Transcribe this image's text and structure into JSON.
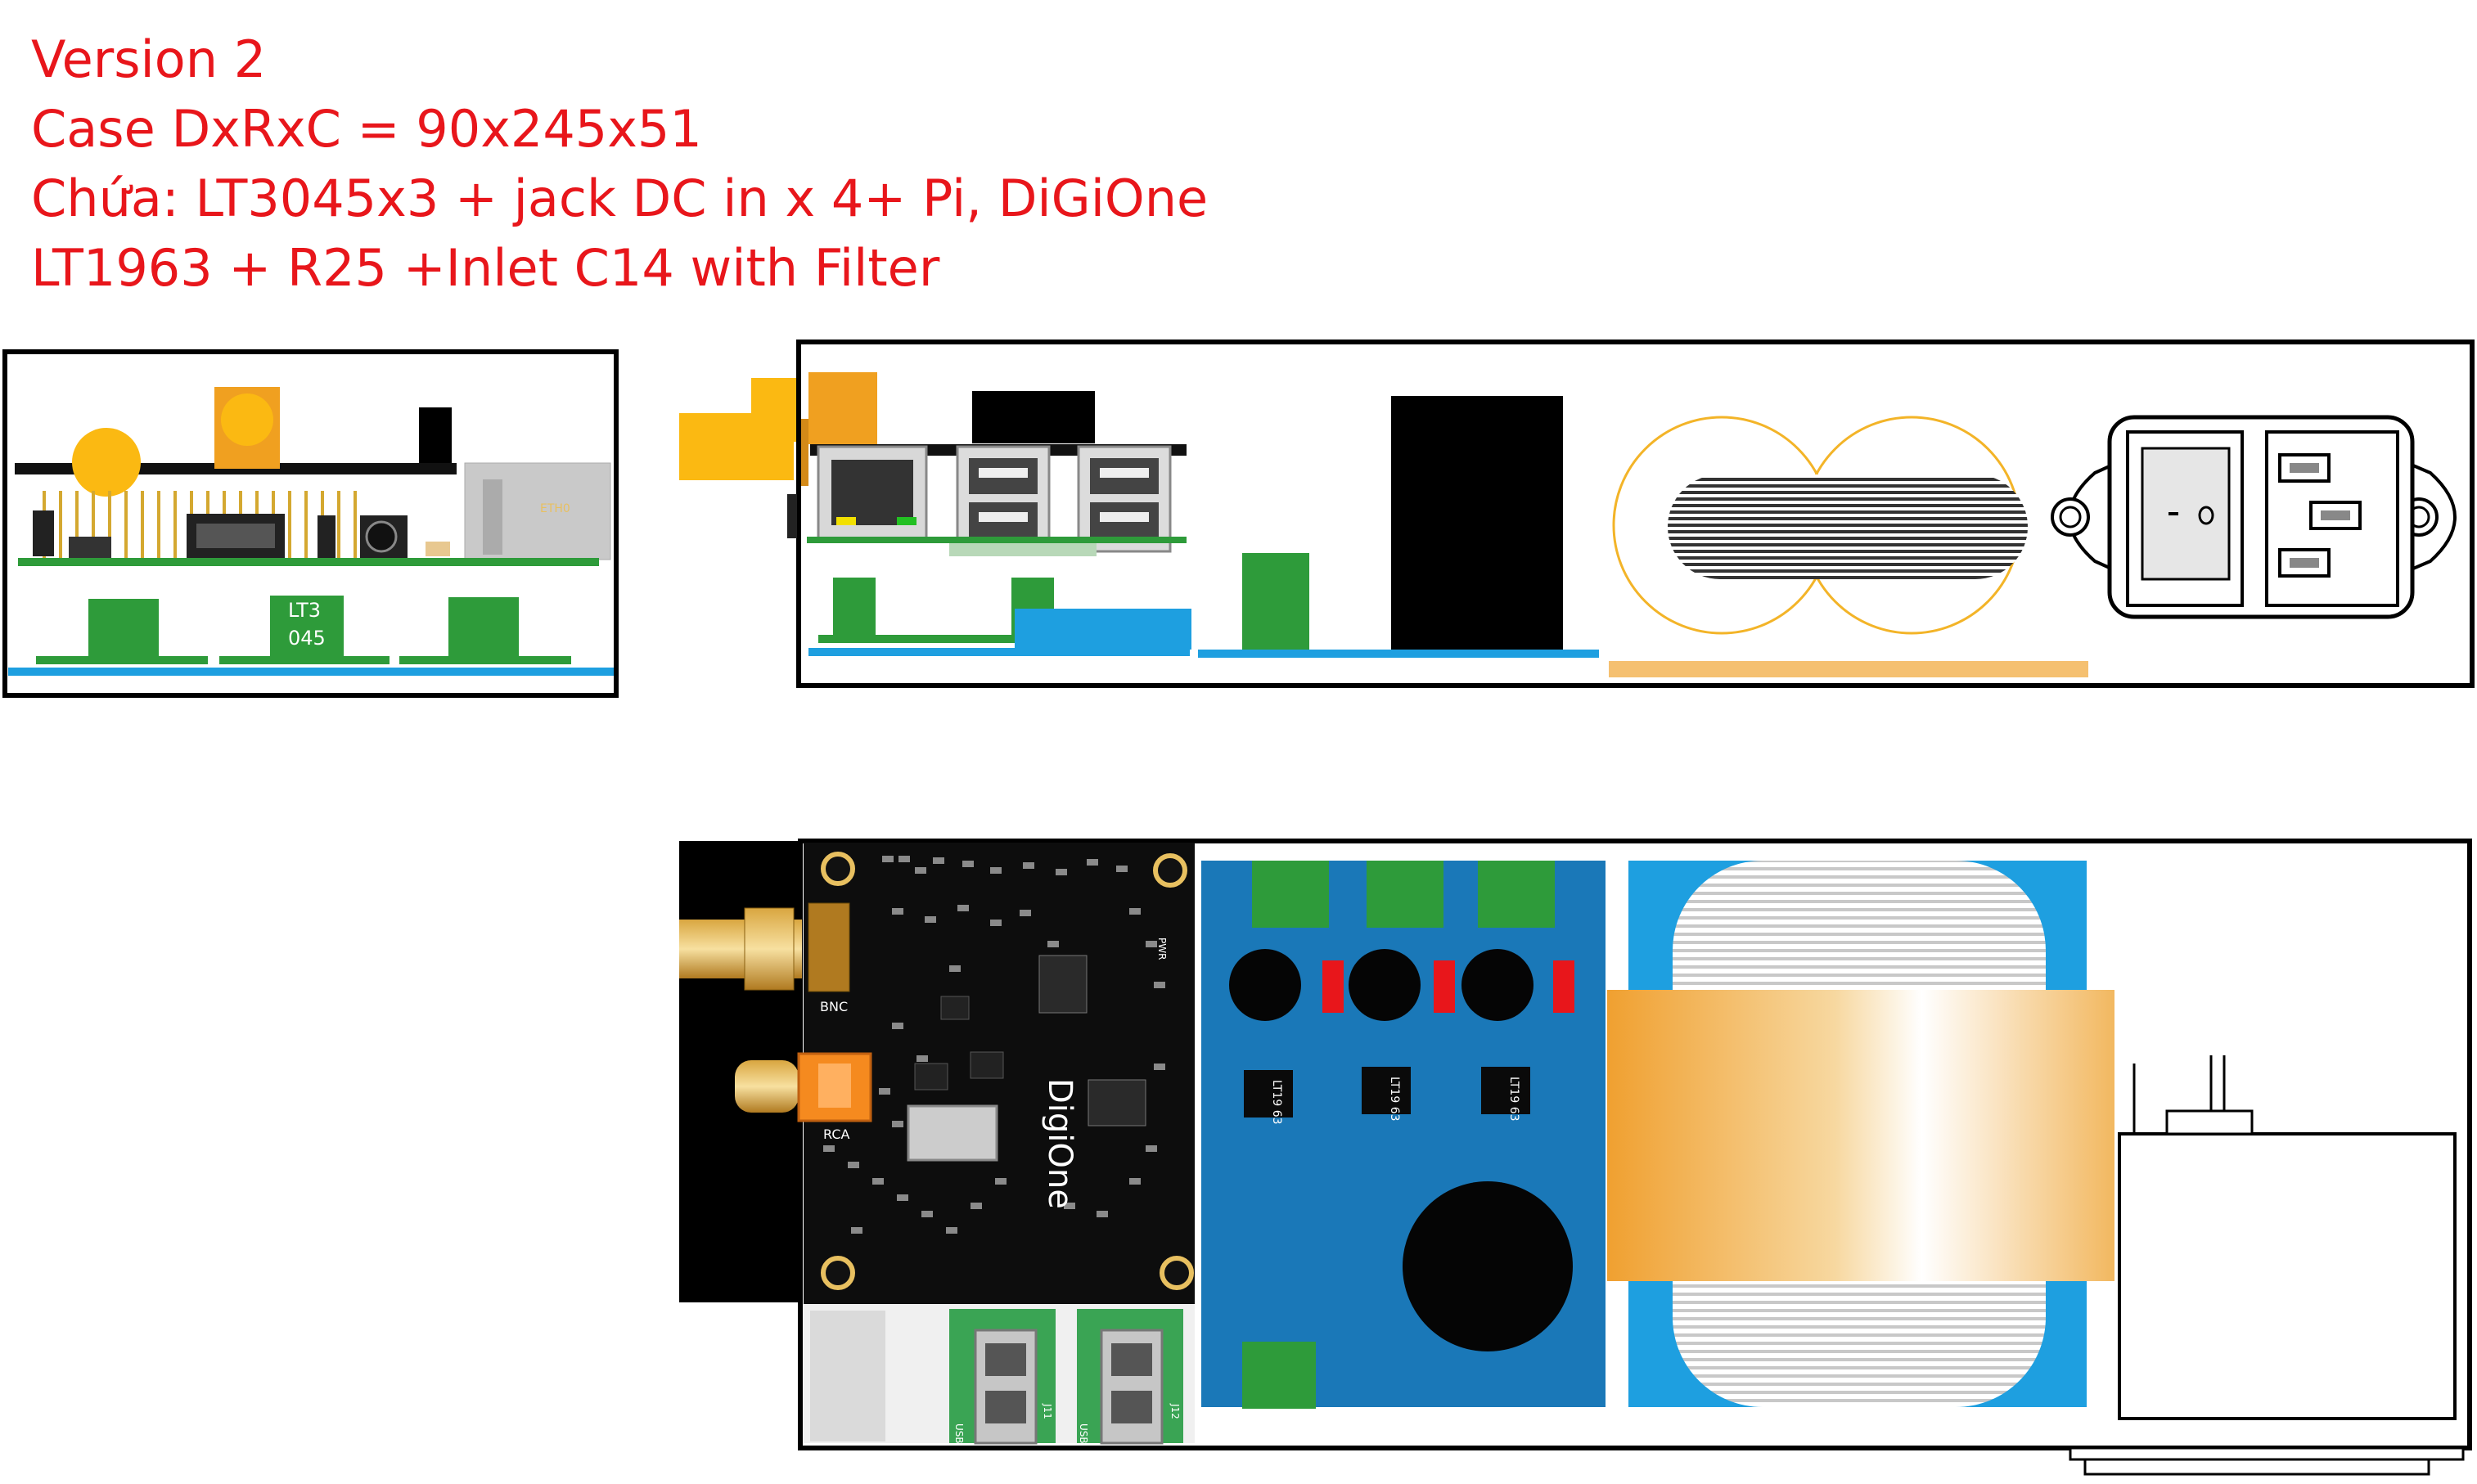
{
  "title_lines": [
    "Version 2",
    "Case DxRxC = 90x245x51",
    "Chứa: LT3045x3 + jack DC in x 4+ Pi, DiGiOne",
    "LT1963 + R25 +Inlet C14 with Filter"
  ],
  "side_view": {
    "lt3045_label_line1": "LT3",
    "lt3045_label_line2": "045",
    "eth_label": "ETH0"
  },
  "top_view": {
    "board_name": "DigiOne",
    "bnc_label": "BNC",
    "rca_label": "RCA",
    "pwr_label": "PWR",
    "lt1963_labels": [
      "LT19\n63",
      "LT19\n63",
      "LT19\n63"
    ],
    "usb_labels": [
      "USB",
      "USB"
    ],
    "jack_labels": [
      "J11",
      "J12"
    ]
  },
  "colors": {
    "title_red": "#e8161b",
    "pcb_green": "#2e9b3a",
    "rail_blue": "#1e9fe0",
    "orange": "#f0a020",
    "lt1963_board": "#1a78b8",
    "transformer_base": "#f5c070"
  }
}
